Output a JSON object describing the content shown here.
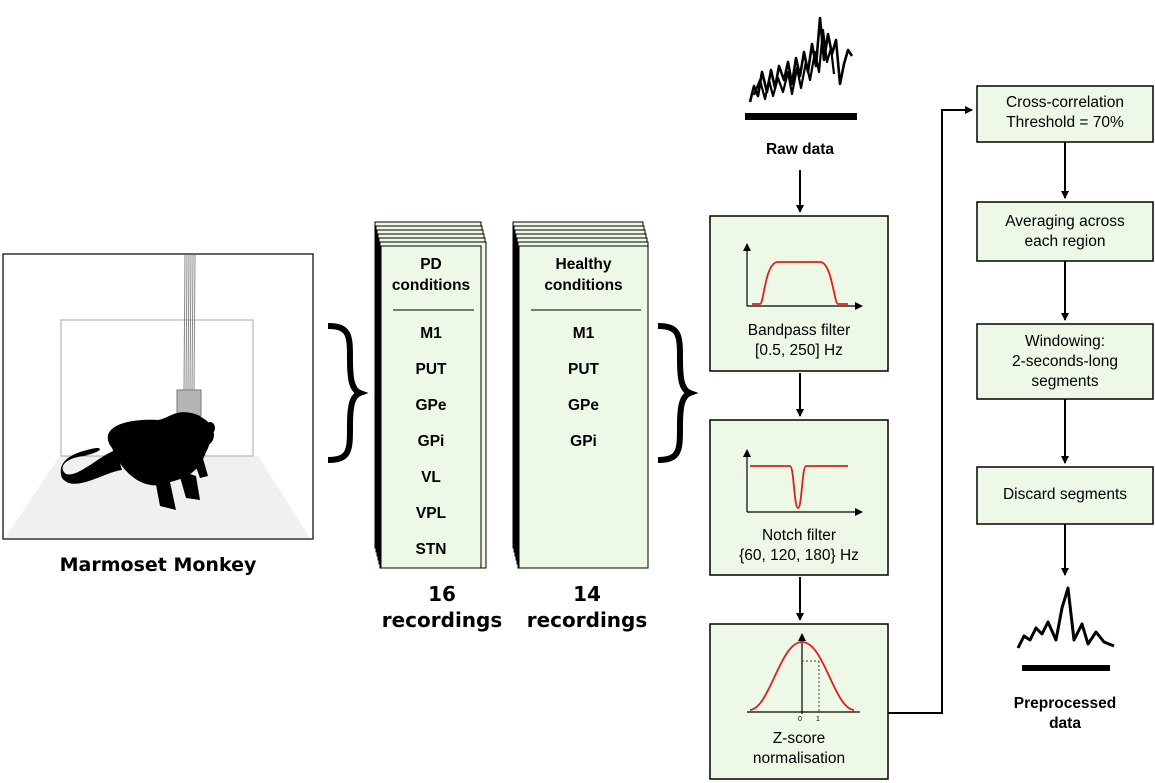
{
  "animal_label": "Marmoset Monkey",
  "pd": {
    "title": [
      "PD",
      "conditions"
    ],
    "regions": [
      "M1",
      "PUT",
      "GPe",
      "GPi",
      "VL",
      "VPL",
      "STN"
    ],
    "count": "16",
    "count_unit": "recordings"
  },
  "healthy": {
    "title": [
      "Healthy",
      "conditions"
    ],
    "regions": [
      "M1",
      "PUT",
      "GPe",
      "GPi"
    ],
    "count": "14",
    "count_unit": "recordings"
  },
  "pipeline_left": {
    "raw": "Raw data",
    "steps": [
      {
        "lines": [
          "Bandpass filter",
          "[0.5, 250] Hz"
        ],
        "icon": "bandpass-response-icon"
      },
      {
        "lines": [
          "Notch filter",
          "{60, 120, 180} Hz"
        ],
        "icon": "notch-response-icon"
      },
      {
        "lines": [
          "Z-score",
          "normalisation"
        ],
        "icon": "gaussian-curve-icon",
        "ticks": [
          "0",
          "1"
        ]
      }
    ]
  },
  "pipeline_right": {
    "steps": [
      {
        "lines": [
          "Cross-correlation",
          "Threshold = 70%"
        ]
      },
      {
        "lines": [
          "Averaging across",
          "each region"
        ]
      },
      {
        "lines": [
          "Windowing:",
          "2-seconds-long",
          "segments"
        ]
      },
      {
        "lines": [
          "Discard segments"
        ]
      }
    ],
    "output": [
      "Preprocessed",
      "data"
    ]
  },
  "colors": {
    "box_fill": "#eef8e6",
    "curve": "#dd1f1f",
    "floor": "#f0f0f0"
  }
}
